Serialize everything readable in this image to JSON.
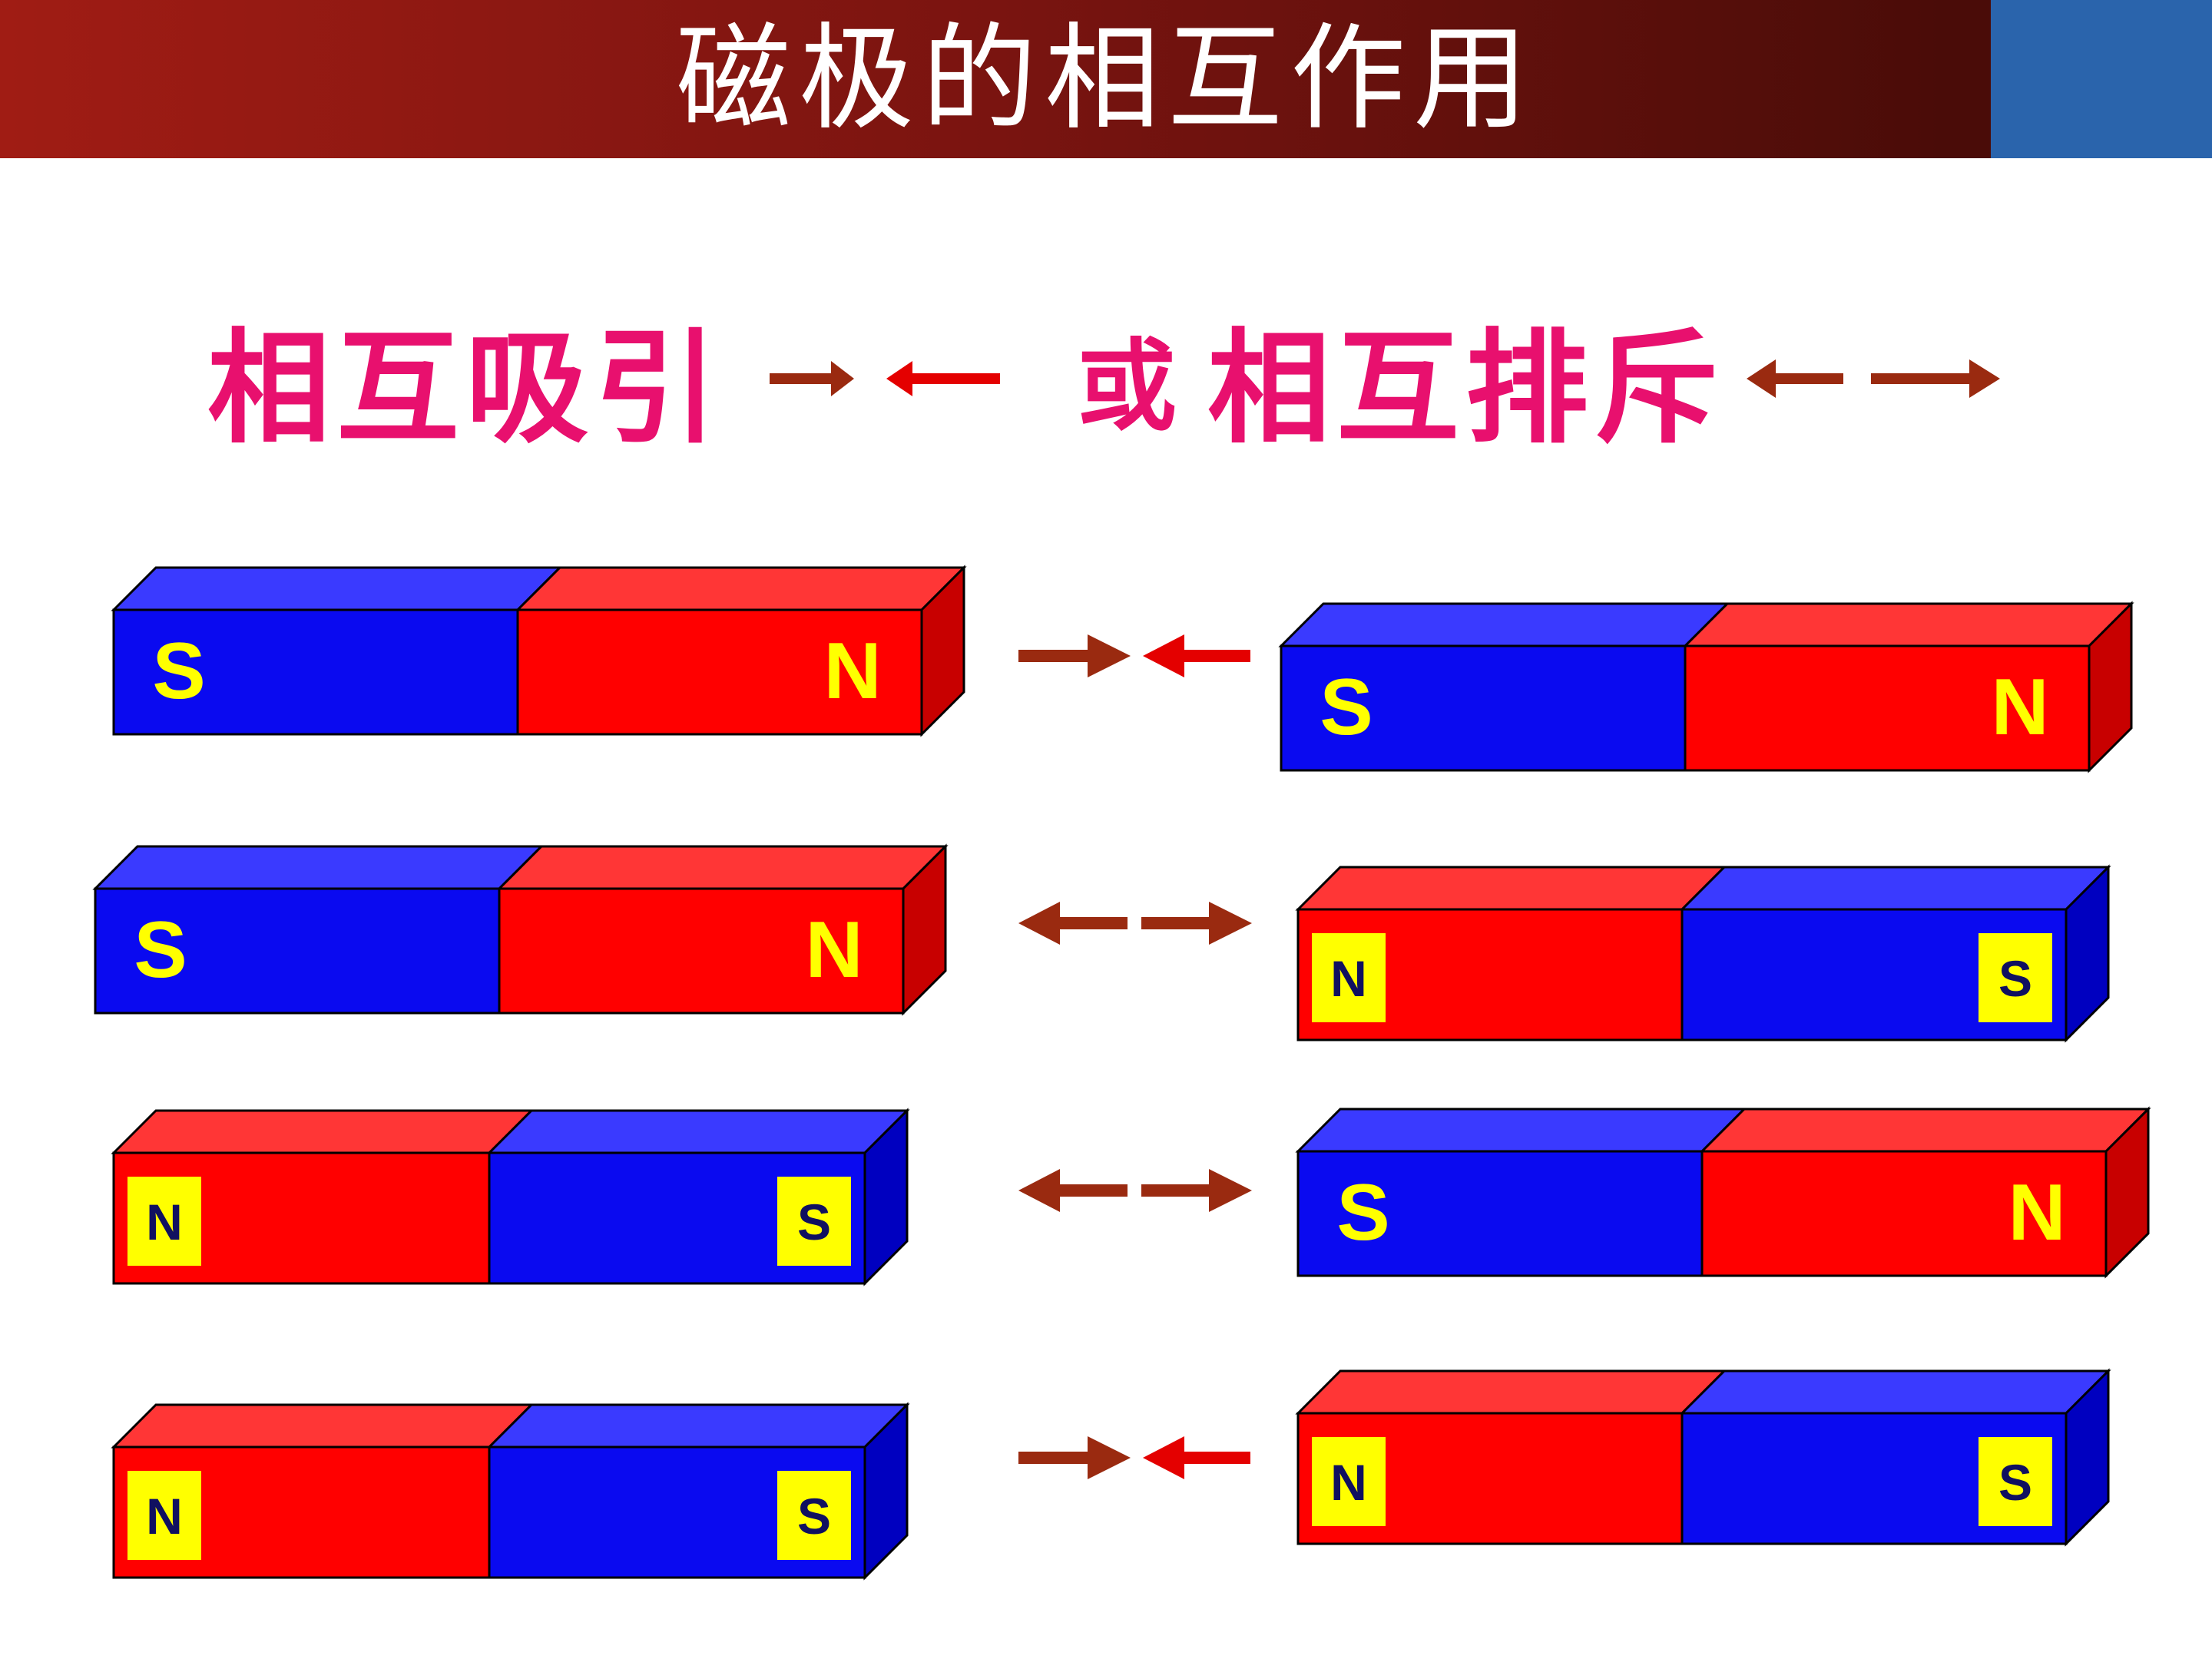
{
  "title": "磁极的相互作用",
  "legend": {
    "attract_label": "相互吸引",
    "connector": "或",
    "repel_label": "相互排斥"
  },
  "colors": {
    "header_start": "#a01c14",
    "header_end": "#4a0c08",
    "header_accent": "#2a64ac",
    "label_pink": "#e8106e",
    "red_pole": "#ff0000",
    "blue_pole": "#0a0af0",
    "pole_label_yellow": "#ffff00",
    "label_box_text": "#101060",
    "arrow_dark": "#9a2a10",
    "arrow_bright": "#e40000"
  },
  "rows": [
    {
      "left_magnet": {
        "left_pole": "S",
        "right_pole": "N",
        "label_style": "large"
      },
      "interaction": "attract",
      "right_magnet": {
        "left_pole": "S",
        "right_pole": "N",
        "label_style": "large"
      }
    },
    {
      "left_magnet": {
        "left_pole": "S",
        "right_pole": "N",
        "label_style": "large"
      },
      "interaction": "repel",
      "right_magnet": {
        "left_pole": "N",
        "right_pole": "S",
        "label_style": "boxed"
      }
    },
    {
      "left_magnet": {
        "left_pole": "N",
        "right_pole": "S",
        "label_style": "boxed"
      },
      "interaction": "repel",
      "right_magnet": {
        "left_pole": "S",
        "right_pole": "N",
        "label_style": "large"
      }
    },
    {
      "left_magnet": {
        "left_pole": "N",
        "right_pole": "S",
        "label_style": "boxed"
      },
      "interaction": "attract",
      "right_magnet": {
        "left_pole": "N",
        "right_pole": "S",
        "label_style": "boxed"
      }
    }
  ]
}
